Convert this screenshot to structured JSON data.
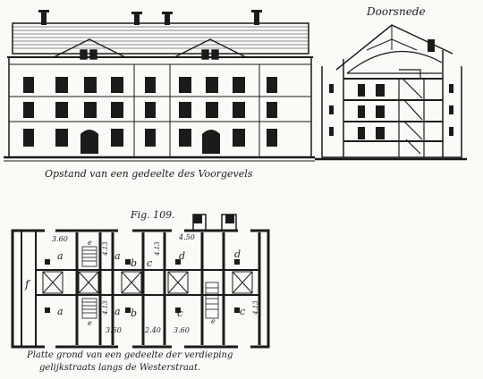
{
  "captions": {
    "facade": "Opstand van een gedeelte des Voorgevels",
    "section": "Doorsnede",
    "figure": "Fig. 109.",
    "plan_line1": "Platte grond van een gedeelte der verdieping",
    "plan_line2": "gelijkstraats langs de Westerstraat."
  },
  "plan_labels": {
    "dim_left_top": "3.60",
    "dim_right_top": "4.50",
    "dim_center_bottom": "2.40",
    "dim_bottom_left": "3.60",
    "dim_bottom_right": "3.60",
    "dim_vert_1": "4.13",
    "dim_vert_2": "4.13",
    "dim_vert_3": "4.13",
    "dim_vert_4": "4.13",
    "room_a1": "a",
    "room_a2": "a",
    "room_a3": "a",
    "room_a4": "a",
    "room_b1": "b",
    "room_b2": "b",
    "room_c1": "c",
    "room_c2": "c",
    "room_c3": "c",
    "room_d1": "d",
    "room_d2": "d",
    "room_e1": "e",
    "room_e2": "e",
    "room_e3": "e",
    "room_f": "f"
  },
  "colors": {
    "ink": "#1b1b1b",
    "paper": "#fbfaf7"
  }
}
